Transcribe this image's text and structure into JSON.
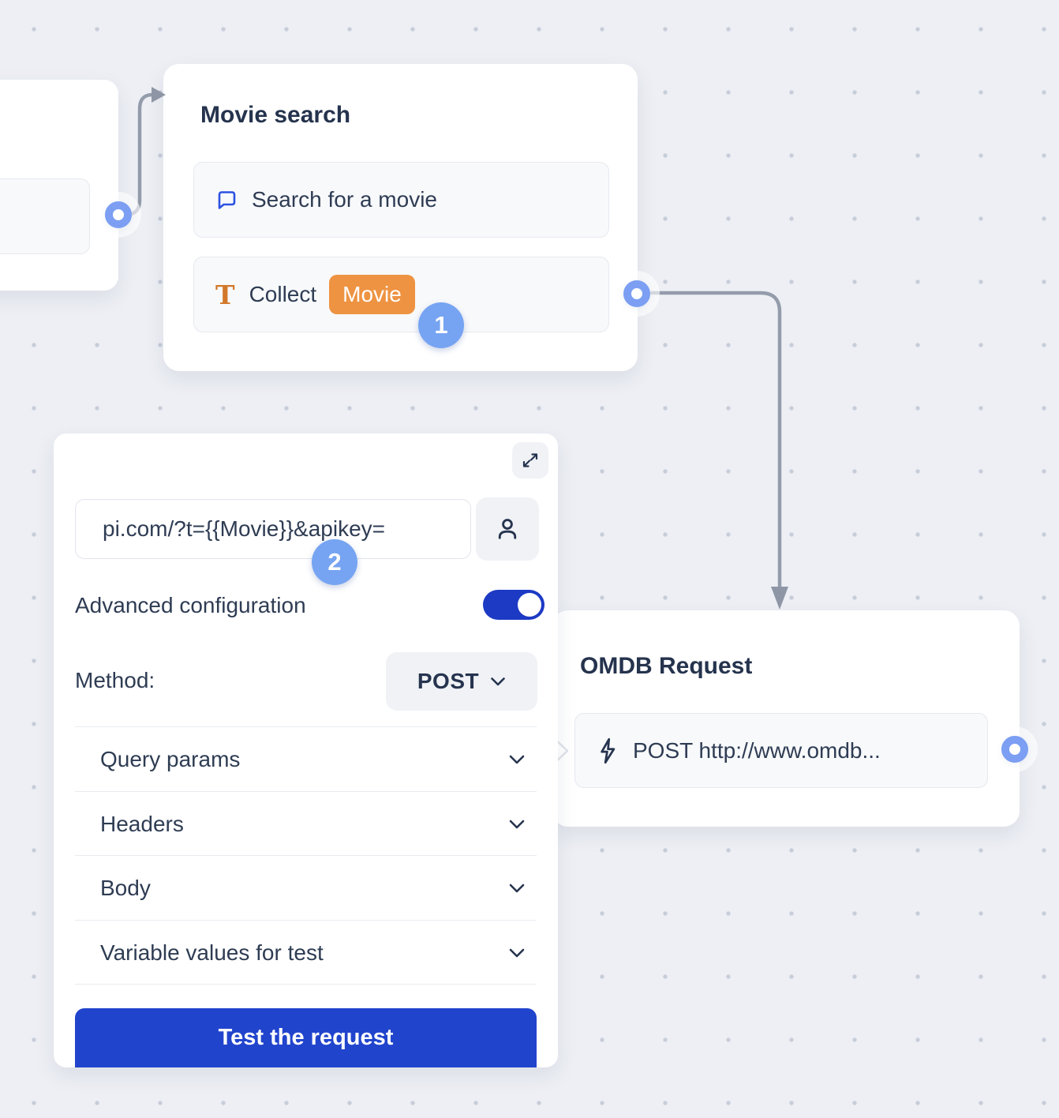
{
  "colors": {
    "background": "#edeff4",
    "grid_dot": "#c7cdd9",
    "card": "#ffffff",
    "row_bg": "#f8f9fb",
    "text_dark": "#26344e",
    "accent_blue": "#2144cd",
    "toggle_blue": "#1d3ac4",
    "badge_blue": "#76a4f2",
    "port_blue": "#7c9ff3",
    "chip_orange": "#ee9342",
    "bubble_blue": "#2c52e2",
    "connector_gray": "#949cab"
  },
  "movie_node": {
    "title": "Movie search",
    "rows": [
      {
        "icon": "chat-bubble-icon",
        "label": "Search for a movie"
      },
      {
        "icon": "text-input-icon",
        "icon_glyph": "T",
        "label": "Collect",
        "chip": "Movie"
      }
    ]
  },
  "step_badges": {
    "step1": "1",
    "step2": "2"
  },
  "request_panel": {
    "url_value": "pi.com/?t={{Movie}}&apikey=",
    "advanced_label": "Advanced configuration",
    "method_label": "Method:",
    "method_value": "POST",
    "sections": [
      "Query params",
      "Headers",
      "Body",
      "Variable values for test"
    ],
    "test_button_label": "Test the request"
  },
  "omdb_node": {
    "title": "OMDB Request",
    "request_label": "POST http://www.omdb..."
  }
}
